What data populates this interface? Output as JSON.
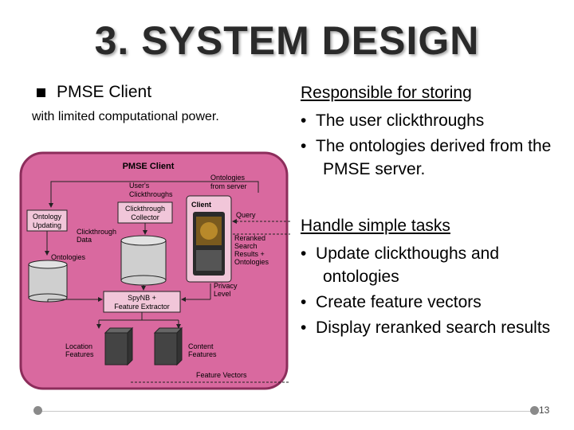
{
  "title": "3. SYSTEM DESIGN",
  "left": {
    "bullet": "PMSE Client",
    "note": "with limited computational power."
  },
  "diagram": {
    "pmse_client": "PMSE Client",
    "ontologies_from_server": [
      "Ontologies",
      "from server"
    ],
    "users_clickthroughs": [
      "User's",
      "Clickthroughs"
    ],
    "clickthrough_collector": [
      "Clickthrough",
      "Collector"
    ],
    "ontology_updating": [
      "Ontology",
      "Updating"
    ],
    "client": "Client",
    "query": "Query",
    "clickthrough_data": [
      "Clickthrough",
      "Data"
    ],
    "ontologies": "Ontologies",
    "reranked": [
      "Reranked",
      "Search",
      "Results +",
      "Ontologies"
    ],
    "privacy_level": [
      "Privacy",
      "Level"
    ],
    "feature_extractor": [
      "SpyNB +",
      "Feature Extractor"
    ],
    "location_features": [
      "Location",
      "Features"
    ],
    "content_features": [
      "Content",
      "Features"
    ],
    "feature_vectors": "Feature Vectors",
    "colors": {
      "panel": "#d9699f",
      "panel_border": "#8c2d5b",
      "box": "#f1c6d9",
      "cylinder": "#cfcfcf",
      "cube": "#444444"
    }
  },
  "right": {
    "heading1": "Responsible for storing",
    "items1": [
      "The user clickthroughs",
      "The ontologies derived from the PMSE server."
    ],
    "heading2": "Handle simple tasks",
    "items2": [
      "Update clickthoughs and ontologies",
      "Create feature vectors",
      "Display reranked search results"
    ]
  },
  "page_number": "13"
}
